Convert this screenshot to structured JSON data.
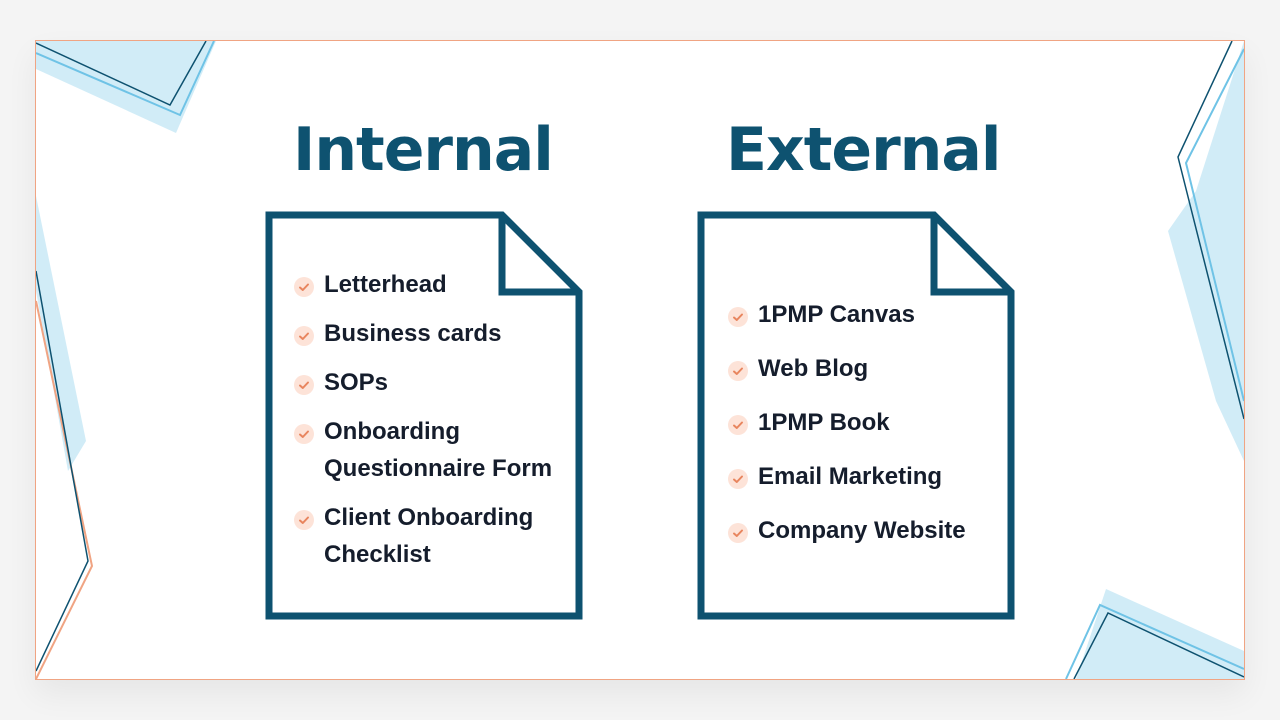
{
  "slide": {
    "colors": {
      "heading": "#0e5270",
      "text": "#151d2c",
      "check_bg": "#fde3d8",
      "check_mark": "#e8855e",
      "accent_light_blue": "#bfe5f5",
      "accent_orange": "#f0a483"
    }
  },
  "internal": {
    "title": "Internal",
    "items": [
      {
        "lines": [
          "Letterhead"
        ]
      },
      {
        "lines": [
          "Business cards"
        ]
      },
      {
        "lines": [
          "SOPs"
        ]
      },
      {
        "lines": [
          "Onboarding",
          "Questionnaire Form"
        ]
      },
      {
        "lines": [
          "Client Onboarding",
          "Checklist"
        ]
      }
    ]
  },
  "external": {
    "title": "External",
    "items": [
      {
        "lines": [
          "1PMP Canvas"
        ]
      },
      {
        "lines": [
          "Web Blog"
        ]
      },
      {
        "lines": [
          "1PMP Book"
        ]
      },
      {
        "lines": [
          "Email Marketing"
        ]
      },
      {
        "lines": [
          "Company Website"
        ]
      }
    ]
  },
  "icons": {
    "document": "document-icon",
    "check": "check-icon"
  }
}
